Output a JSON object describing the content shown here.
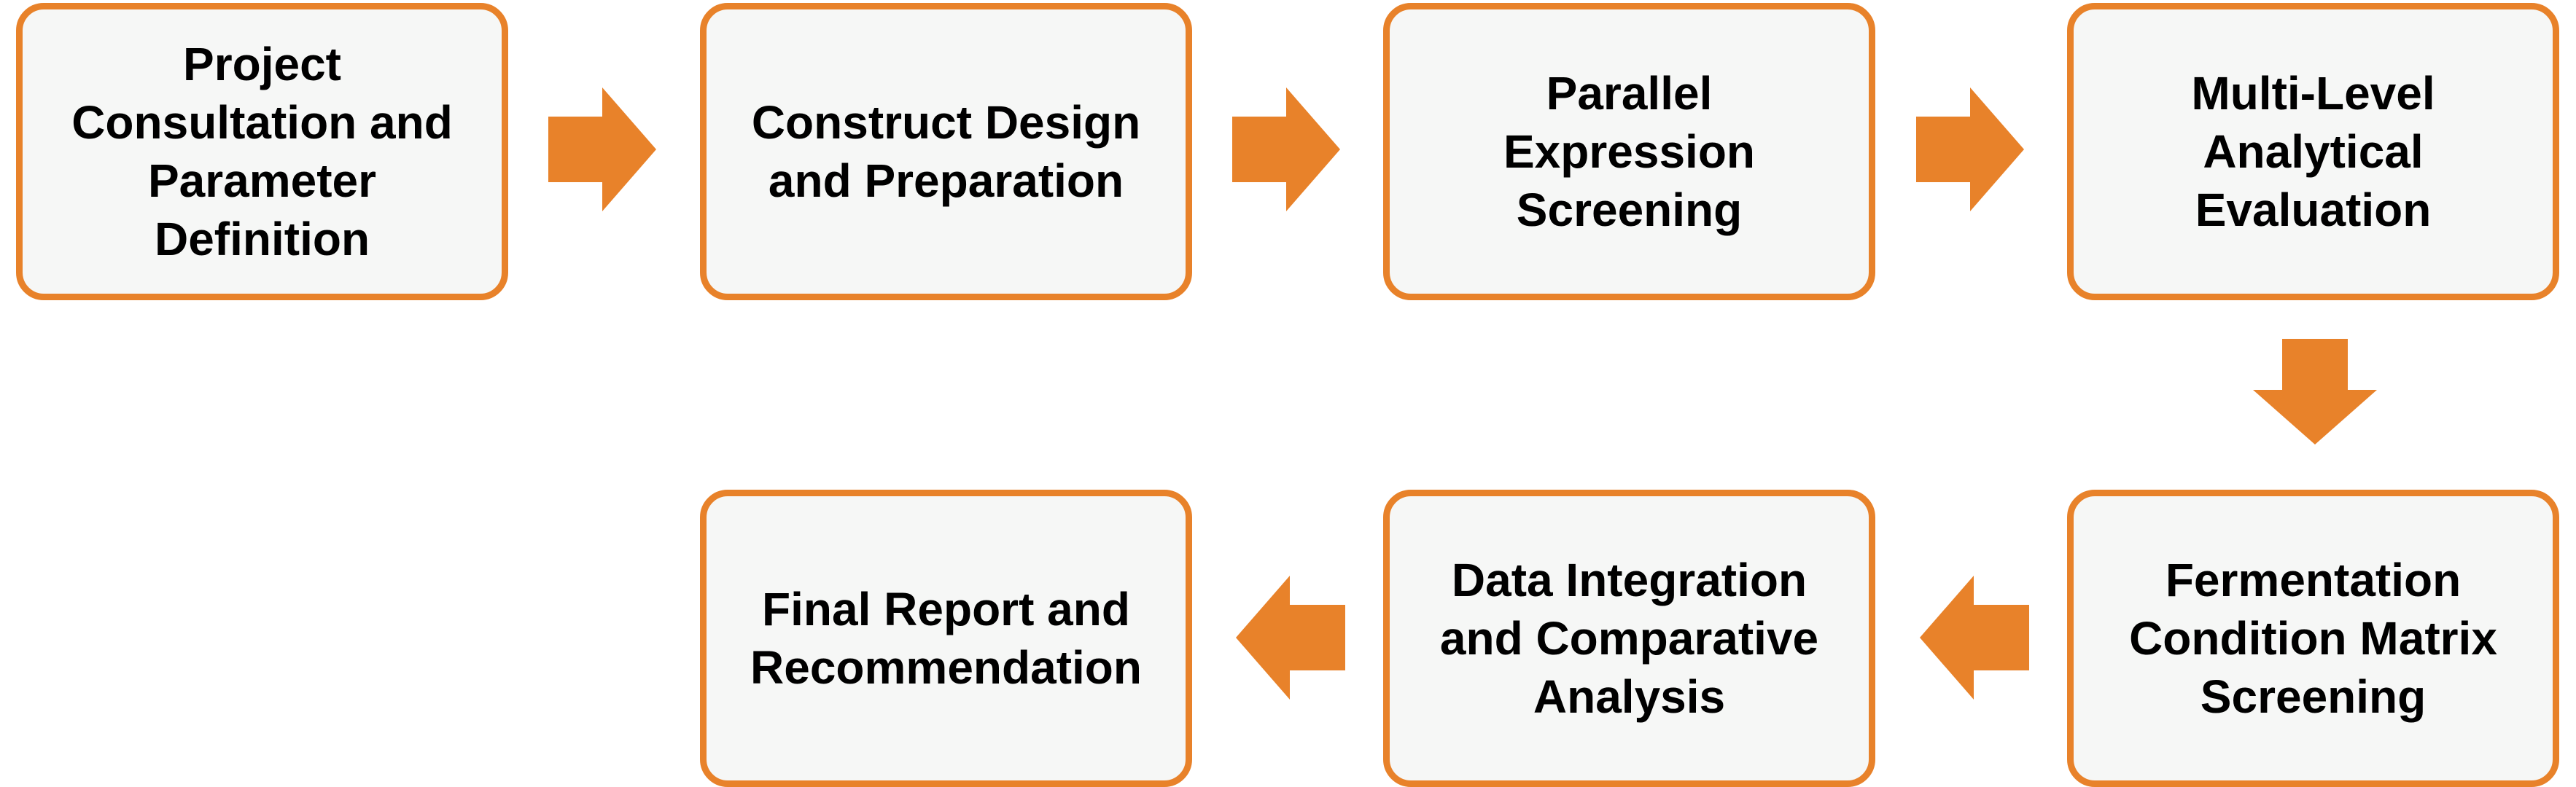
{
  "colors": {
    "accent": "#e8822a",
    "box_fill": "#f6f7f6",
    "text": "#000000"
  },
  "steps": [
    {
      "label": "Project\nConsultation and\nParameter\nDefinition"
    },
    {
      "label": "Construct Design\nand Preparation"
    },
    {
      "label": "Parallel\nExpression\nScreening"
    },
    {
      "label": "Multi-Level\nAnalytical\nEvaluation"
    },
    {
      "label": "Fermentation\nCondition Matrix\nScreening"
    },
    {
      "label": "Data Integration\nand Comparative\nAnalysis"
    },
    {
      "label": "Final Report and\nRecommendation"
    }
  ]
}
